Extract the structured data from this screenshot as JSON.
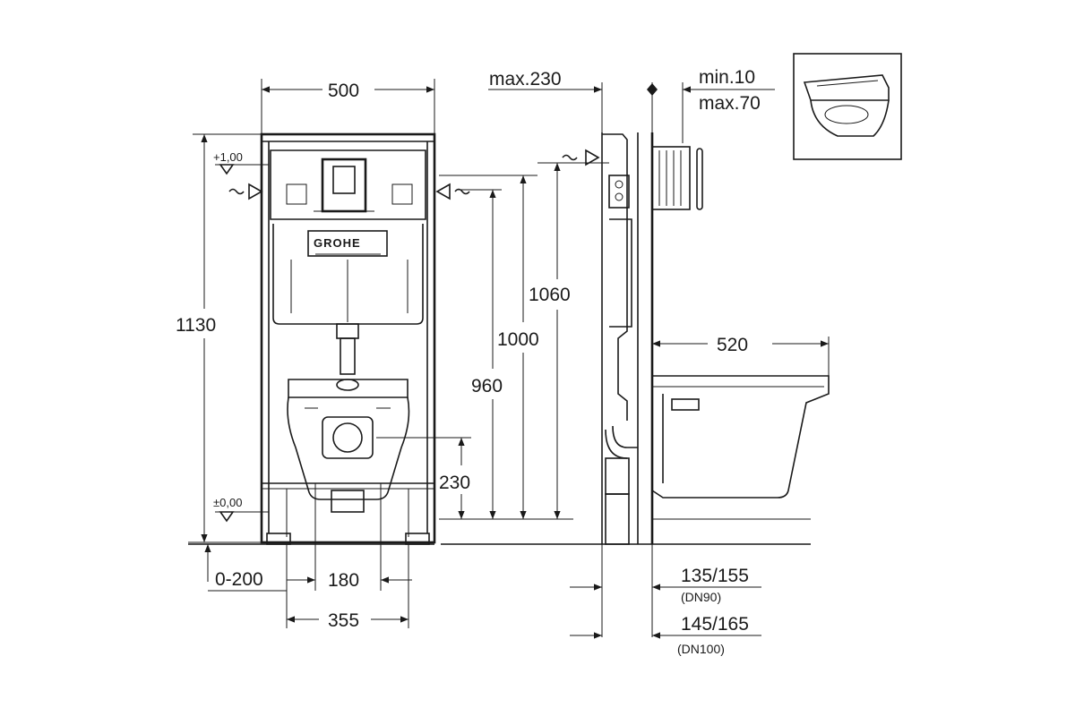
{
  "brand": "GROHE",
  "dimensions": {
    "frame_width": "500",
    "frame_height": "1130",
    "inlet_height_1060": "1060",
    "inlet_height_1000": "1000",
    "inlet_height_960": "960",
    "outlet_height": "230",
    "floor_offset": "0-200",
    "bolt_spacing": "180",
    "foot_spacing": "355",
    "max_depth": "max.230",
    "wall_min": "min.10",
    "wall_max": "max.70",
    "bowl_projection": "520",
    "dn90_value": "135/155",
    "dn90_label": "(DN90)",
    "dn100_value": "145/165",
    "dn100_label": "(DN100)"
  },
  "levels": {
    "top": "+1,00",
    "zero": "±0,00"
  },
  "icons": [
    "inlet-arrow-icon",
    "level-marker-icon",
    "wc-bowl-thumbnail-icon",
    "flush-plate-icon"
  ]
}
